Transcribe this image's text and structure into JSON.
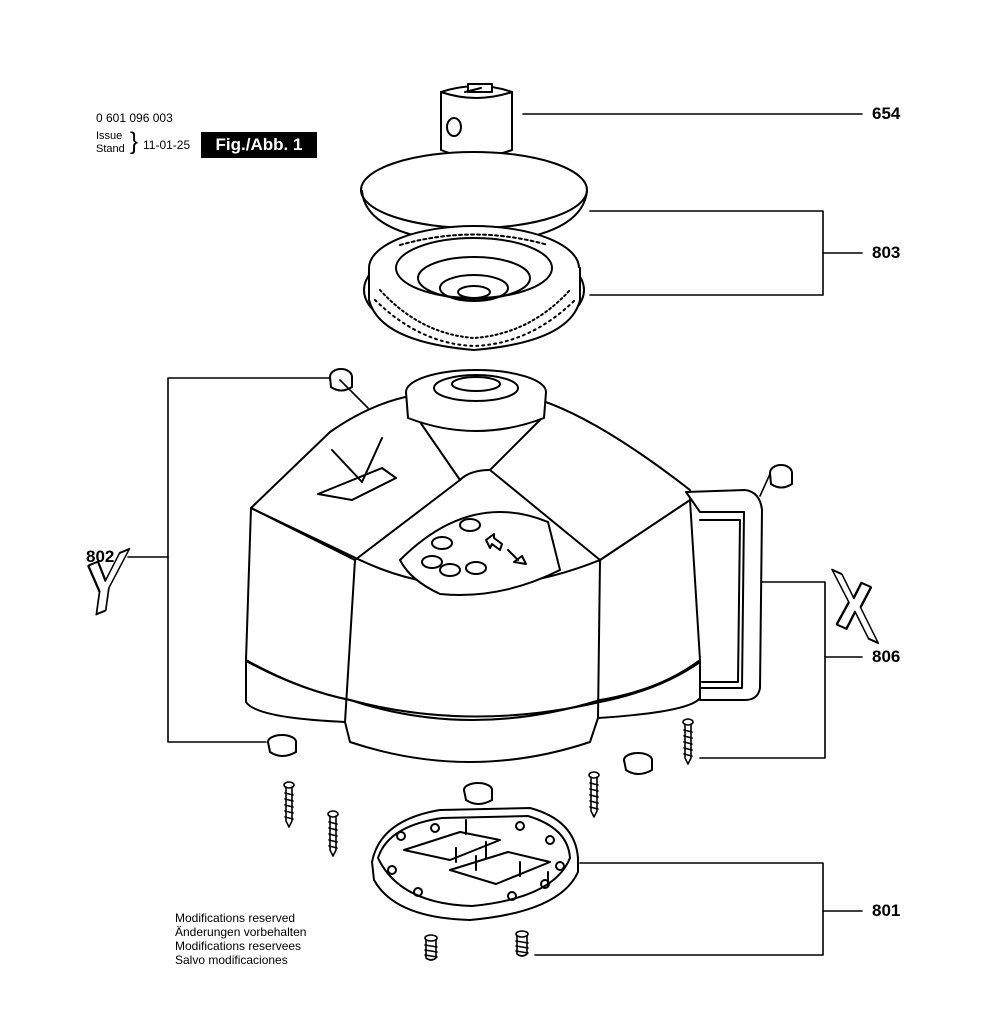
{
  "header": {
    "part_number": "0 601 096 003",
    "issue_label": "Issue",
    "stand_label": "Stand",
    "brace": "}",
    "date": "11-01-25",
    "figure_label": "Fig./Abb. 1"
  },
  "callouts": {
    "c654": "654",
    "c803": "803",
    "c802": "802",
    "c806": "806",
    "c801": "801"
  },
  "axis_labels": {
    "y": "Y",
    "x": "X"
  },
  "notes": [
    "Modifications reserved",
    "Änderungen vorbehalten",
    "Modifications reservees",
    "Salvo modificaciones"
  ]
}
